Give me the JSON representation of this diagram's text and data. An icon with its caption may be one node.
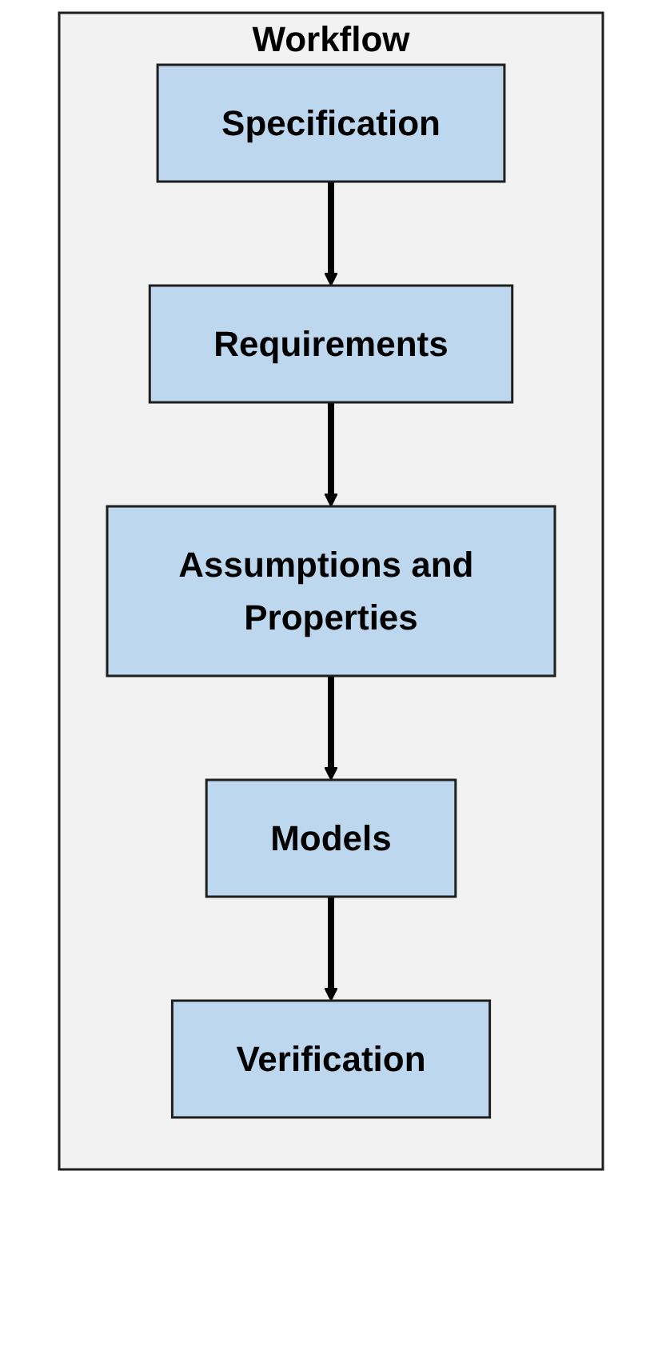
{
  "diagram": {
    "nodes": [
      {
        "text": [
          "Workflow"
        ]
      },
      {
        "text": [
          "Specification"
        ],
        "in": 0
      },
      {
        "text": [
          "Requirements"
        ],
        "in": 0
      },
      {
        "text": [
          "Assumptions and Properties"
        ],
        "in": 0
      },
      {
        "text": [
          "Models"
        ],
        "in": 0
      },
      {
        "text": [
          "Verification"
        ],
        "in": 0
      }
    ],
    "edges": [
      {
        "from": 1,
        "to": 2,
        "arrow": "to"
      },
      {
        "from": 2,
        "to": 3,
        "arrow": "to"
      },
      {
        "from": 3,
        "to": 4,
        "arrow": "to"
      },
      {
        "from": 4,
        "to": 5,
        "arrow": "to"
      }
    ]
  }
}
